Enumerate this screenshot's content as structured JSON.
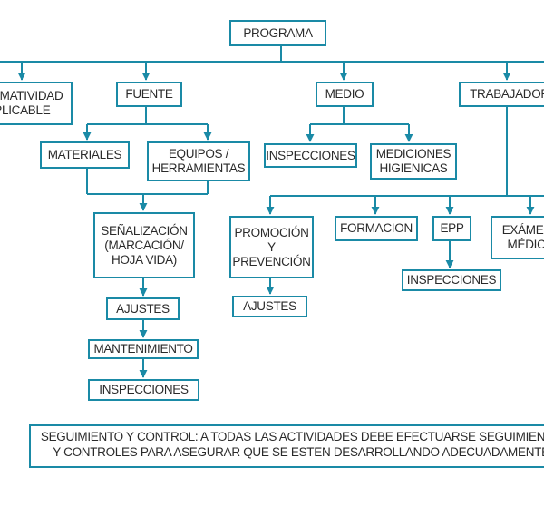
{
  "accent_color": "#1a8aa6",
  "nodes": {
    "programa": "PROGRAMA",
    "normatividad": "NORMATIVIDAD\nAPLICABLE",
    "fuente": "FUENTE",
    "medio": "MEDIO",
    "trabajador": "TRABAJADOR",
    "materiales": "MATERIALES",
    "equipos": "EQUIPOS /\nHERRAMIENTAS",
    "inspecciones_medio": "INSPECCIONES",
    "mediciones": "MEDICIONES\nHIGIENICAS",
    "senalizacion": "SEÑALIZACIÓN\n(MARCACIÓN/\nHOJA VIDA)",
    "ajustes_fuente": "AJUSTES",
    "mantenimiento": "MANTENIMIENTO",
    "inspecciones_fuente": "INSPECCIONES",
    "promocion": "PROMOCIÓN\nY\nPREVENCIÓN",
    "ajustes_trabajador": "AJUSTES",
    "formacion": "FORMACION",
    "epp": "EPP",
    "inspecciones_epp": "INSPECCIONES",
    "examenes": "EXÁMENES\nMÉDICOS"
  },
  "note": {
    "line1": "SEGUIMIENTO Y CONTROL: A TODAS LAS ACTIVIDADES DEBE EFECTUARSE SEGUIMIENTO",
    "line2": "Y CONTROLES PARA ASEGURAR QUE SE ESTEN DESARROLLANDO ADECUADAMENTE"
  }
}
